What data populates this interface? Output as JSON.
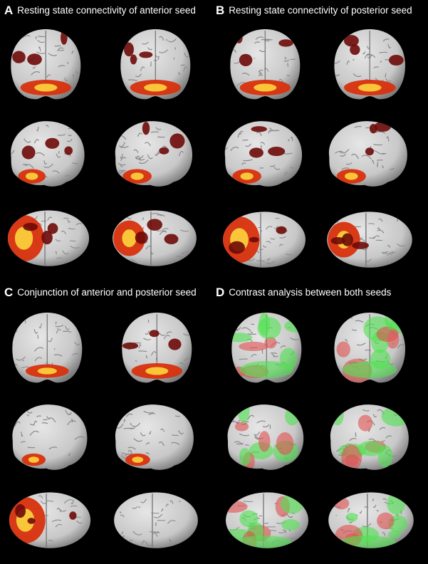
{
  "panels": [
    {
      "letter": "A",
      "title": "Resting state connectivity of anterior seed",
      "overlay": "activation-heat"
    },
    {
      "letter": "B",
      "title": "Resting state connectivity of posterior seed",
      "overlay": "activation-heat"
    },
    {
      "letter": "C",
      "title": "Conjunction of anterior and posterior seed",
      "overlay": "activation-heat"
    },
    {
      "letter": "D",
      "title": "Contrast analysis between both seeds",
      "overlay": "contrast-red-green"
    }
  ],
  "views": [
    "front",
    "back",
    "left",
    "right",
    "top-inferior",
    "top"
  ],
  "colors": {
    "background": "#000000",
    "brain": "#c8c8c8",
    "heat_low": "#6e0a08",
    "heat_mid": "#d8300c",
    "heat_high": "#ffdf40",
    "contrast_red": "#e05050",
    "contrast_green": "#4fe24f"
  }
}
